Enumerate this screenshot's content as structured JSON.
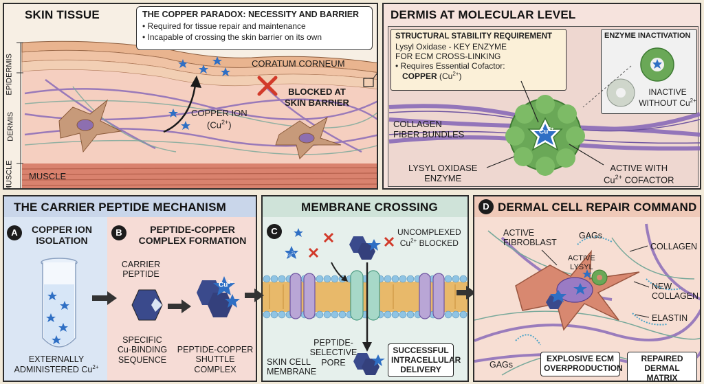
{
  "skin_tissue": {
    "title": "SKIN TISSUE",
    "paradox_title": "THE COPPER PARADOX: NECESSITY AND BARRIER",
    "paradox_bullets": [
      "Required for tissue repair and maintenance",
      "Incapable of crossing the skin barrier on its own"
    ],
    "layer_epidermis": "EPIDERMIS",
    "layer_dermis": "DERMIS",
    "layer_muscle": "MUSCLE",
    "stratum": "CORATUM CORNEUM",
    "blocked_line1": "BLOCKED AT",
    "blocked_line2": "SKIN BARRIER",
    "copper_line1": "COPPER ION",
    "copper_line2": "(Cu",
    "copper_sup": "2+",
    "copper_close": ")",
    "muscle_label": "MUSCLE"
  },
  "dermis_molecular": {
    "title": "DERMIS AT MOLECULAR LEVEL",
    "struct_title": "STRUCTURAL STABILITY REQUIREMENT",
    "struct_line1": "Lysyl Oxidase - KEY ENZYME",
    "struct_line2": "FOR ECM CROSS-LINKING",
    "struct_line3": "• Requires Essential Cofactor:",
    "struct_line4_bold": "COPPER",
    "struct_line4_rest": " (Cu",
    "struct_line4_sup": "2+",
    "struct_line4_close": ")",
    "inact_title": "ENZYME INACTIVATION",
    "inact_line1": "INACTIVE",
    "inact_line2": "WITHOUT Cu",
    "inact_sup": "2+",
    "collagen_line1": "COLLAGEN",
    "collagen_line2": "FIBER BUNDLES",
    "lysyl_line1": "LYSYL OXIDASE",
    "lysyl_line2": "ENZYME",
    "active_line1": "ACTIVE WITH",
    "active_line2": "Cu",
    "active_sup": "2+",
    "active_line2_rest": " COFACTOR",
    "center_ion": "Cu",
    "center_sup": "2+"
  },
  "carrier": {
    "title": "THE CARRIER PEPTIDE MECHANISM",
    "a_badge": "A",
    "a_line1": "COPPER ION",
    "a_line2": "ISOLATION",
    "a_bottom1": "EXTERNALLY",
    "a_bottom2": "ADMINISTERED Cu",
    "a_sup": "2+",
    "b_badge": "B",
    "b_line1": "PEPTIDE-COPPER",
    "b_line2": "COMPLEX FORMATION",
    "b_carrier1": "CARRIER",
    "b_carrier2": "PEPTIDE",
    "b_specific1": "SPECIFIC",
    "b_specific2": "Cu-BINDING",
    "b_specific3": "SEQUENCE",
    "b_shuttle1": "PEPTIDE-COPPER",
    "b_shuttle2": "SHUTTLE",
    "b_shuttle3": "COMPLEX",
    "b_ion": "Cu",
    "b_ion_sup": "2+"
  },
  "membrane": {
    "title": "MEMBRANE CROSSING",
    "c_badge": "C",
    "uncomplexed1": "UNCOMPLEXED",
    "uncomplexed2": "Cu",
    "uncomplexed_sup": "2+",
    "uncomplexed2_rest": " BLOCKED",
    "small_ion": "Cu",
    "small_sup": "2+",
    "skin_cell1": "SKIN CELL",
    "skin_cell2": "MEMBRANE",
    "pore1": "PEPTIDE-",
    "pore2": "SELECTIVE",
    "pore3": "PORE",
    "success1": "SUCCESSFUL",
    "success2": "INTRACELLULAR",
    "success3": "DELIVERY"
  },
  "repair": {
    "title": "DERMAL CELL REPAIR COMMAND",
    "d_badge": "D",
    "fibro1": "ACTIVE",
    "fibro2": "FIBROBLAST",
    "gags_top": "GAGs",
    "active_lysyl1": "ACTIVE",
    "active_lysyl2": "LYSYL",
    "collagen": "COLLAGEN",
    "new1": "NEW",
    "new2": "COLLAGEN",
    "elastin": "ELASTIN",
    "gags_bottom": "GAGs",
    "explosive1": "EXPLOSIVE ECM",
    "explosive2": "OVERPRODUCTION",
    "repaired1": "REPAIRED",
    "repaired2": "DERMAL MATRIX"
  },
  "colors": {
    "copper_blue": "#2f6fc4",
    "peptide_navy": "#3a4a8c",
    "enzyme_green": "#6aa857",
    "collagen_purple": "#8a6bb8",
    "blocked_red": "#d23a2a",
    "skin_pink": "#f4c9b8"
  },
  "icons": [
    "star-ion-icon",
    "blocked-x-icon",
    "arrow-icon",
    "enzyme-ring-icon",
    "peptide-hexagon-icon",
    "test-tube-icon",
    "channel-icon",
    "fibroblast-icon"
  ]
}
